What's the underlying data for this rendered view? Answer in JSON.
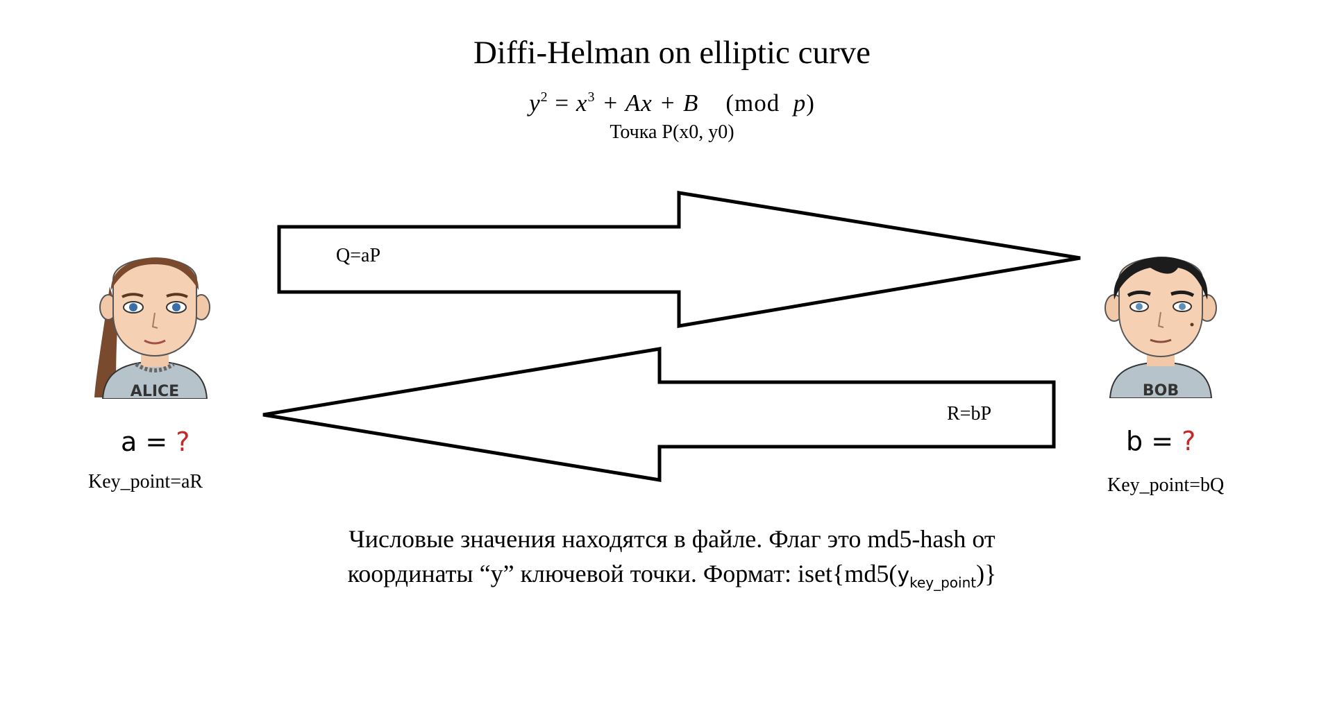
{
  "header": {
    "title": "Diffi-Helman on elliptic curve",
    "formula": {
      "lhs_base": "y",
      "lhs_exp": "2",
      "eq": " = ",
      "x_base": "x",
      "x_exp": "3",
      "rest": " + Ax + B",
      "mod_open": "(mod",
      "mod_var": "p",
      "mod_close": ")"
    },
    "point": "Точка P(x0, y0)"
  },
  "arrows": {
    "to_bob_label": "Q=aP",
    "to_alice_label": "R=bP"
  },
  "alice": {
    "shirt_text": "ALICE",
    "secret_prefix": "a = ",
    "secret_mark": "?",
    "key_point": "Key_point=aR"
  },
  "bob": {
    "shirt_text": "BOB",
    "secret_prefix": "b = ",
    "secret_mark": "?",
    "key_point": "Key_point=bQ"
  },
  "note": {
    "line1": "Числовые значения находятся в файле. Флаг это md5-hash от",
    "line2_prefix": "координаты “y” ключевой точки. Формат: iset{md5(",
    "line2_y": "y",
    "line2_sub": "key_point",
    "line2_suffix": ")}"
  },
  "colors": {
    "question_mark": "#c62828",
    "shirt": "#b7c3ca",
    "alice_hair": "#7a4a2e",
    "bob_hair": "#1c1c1c"
  }
}
